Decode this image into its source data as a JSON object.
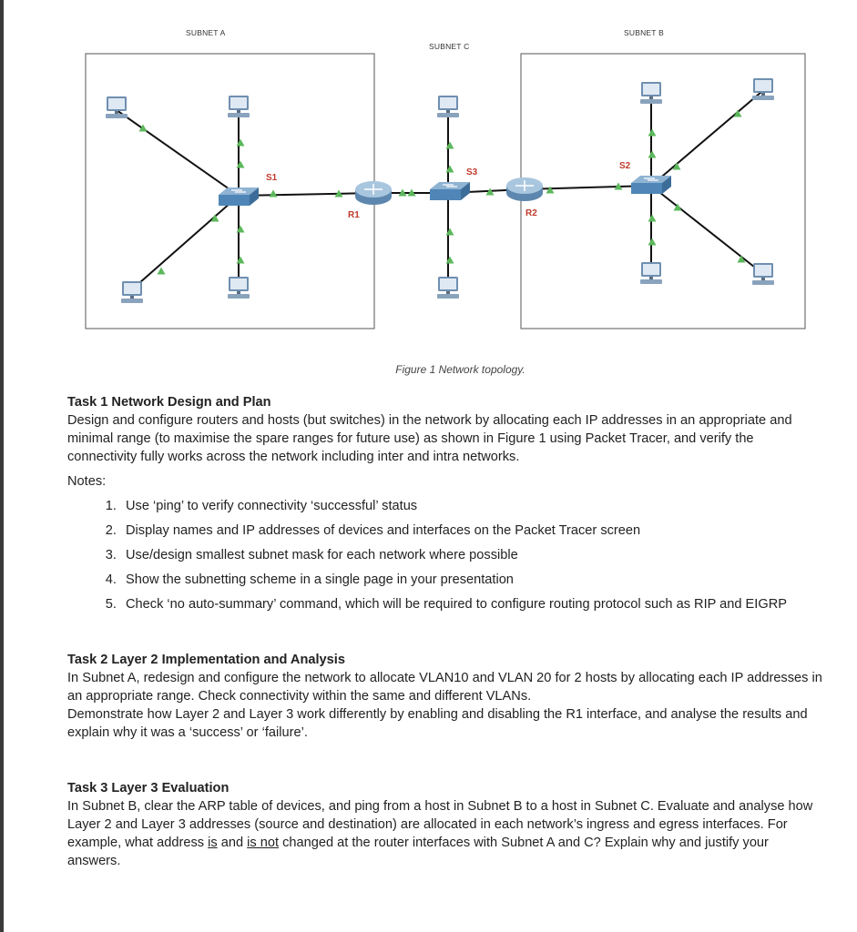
{
  "topology": {
    "subnets": {
      "a": "SUBNET A",
      "b": "SUBNET B",
      "c": "SUBNET C"
    },
    "devices": {
      "s1": "S1",
      "s2": "S2",
      "s3": "S3",
      "r1": "R1",
      "r2": "R2"
    },
    "icons": [
      "pc-icon",
      "switch-icon",
      "router-icon"
    ],
    "colors": {
      "link": "#111111",
      "port_up": "#5cb85c",
      "label": "#c0392b",
      "box": "#555555"
    },
    "caption": "Figure 1 Network topology."
  },
  "task1": {
    "title": "Task 1 Network Design and Plan",
    "body": "Design and configure routers and hosts (but switches) in the network by allocating each IP addresses in an appropriate and minimal range (to maximise the spare ranges for future use) as shown in Figure 1 using Packet Tracer, and verify the connectivity fully works across the network including inter and intra networks.",
    "notes_label": "Notes:",
    "notes": [
      "Use ‘ping’ to verify connectivity ‘successful’ status",
      "Display names and IP addresses of devices and interfaces on the Packet Tracer screen",
      "Use/design smallest subnet mask for each network where possible",
      "Show the subnetting scheme in a single page in your presentation",
      "Check ‘no auto-summary’ command, which will be required to configure routing protocol such as RIP and EIGRP"
    ]
  },
  "task2": {
    "title": "Task 2 Layer 2 Implementation and Analysis",
    "p1": "In Subnet A, redesign and configure the network to allocate VLAN10 and VLAN 20 for 2 hosts by allocating each IP addresses in an appropriate range. Check connectivity within the same and different VLANs.",
    "p2": "Demonstrate how Layer 2 and Layer 3 work differently by enabling and disabling the R1 interface, and analyse the results and explain why it was a ‘success’ or ‘failure’."
  },
  "task3": {
    "title": "Task 3 Layer 3 Evaluation",
    "p_part1": "In Subnet B, clear the ARP table of devices, and ping from a host in Subnet B to a host in Subnet C. Evaluate and analyse how Layer 2 and Layer 3 addresses (source and destination) are allocated in each network’s ingress and egress interfaces. For example, what address ",
    "p_is": "is",
    "p_part2": " and ",
    "p_is_not": "is not",
    "p_part3": " changed at the router interfaces with Subnet A and C? Explain why and justify your answers."
  }
}
